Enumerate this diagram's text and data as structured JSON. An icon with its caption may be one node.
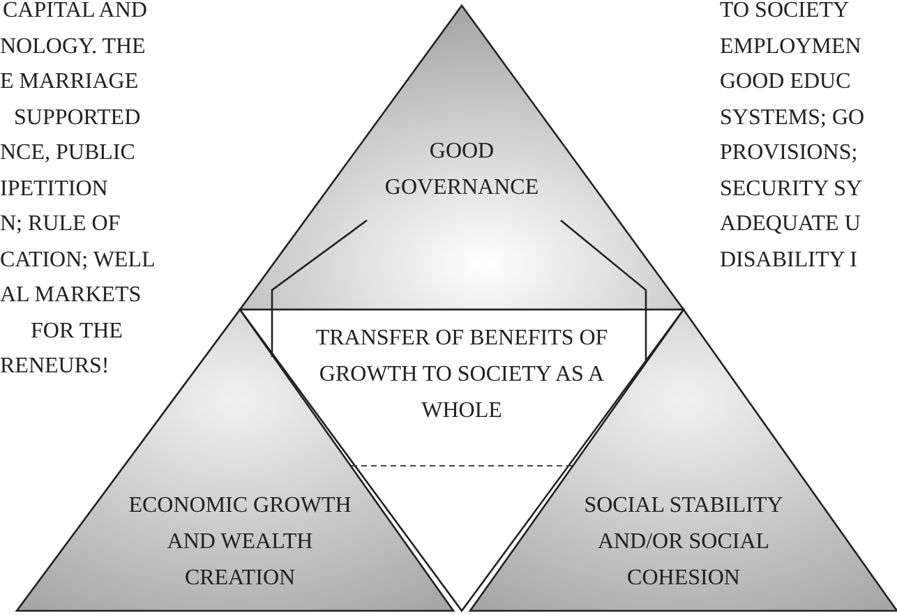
{
  "diagram": {
    "nodes": [
      {
        "text": [
          "GOOD GOVERNANCE"
        ]
      },
      {
        "text": [
          "TRANSFER OF BENEFITS OF GROWTH TO SOCIETY AS A WHOLE"
        ]
      },
      {
        "text": [
          "ECONOMIC GROWTH AND WEALTH CREATION"
        ]
      },
      {
        "text": [
          "SOCIAL STABILITY AND/OR SOCIAL COHESION"
        ]
      }
    ],
    "labels": [
      "CAPITAL AND",
      "NOLOGY. THE",
      "E MARRIAGE",
      "SUPPORTED",
      "NCE, PUBLIC",
      "IPETITION",
      "N; RULE OF",
      "CATION; WELL",
      "AL MARKETS",
      "FOR THE",
      "RENEURS!",
      "TO SOCIETY",
      "EMPLOYMEN",
      "GOOD EDUC",
      "SYSTEMS; GO",
      "PROVISIONS;",
      "SECURITY SY",
      "ADEQUATE U",
      "DISABILITY I"
    ]
  }
}
